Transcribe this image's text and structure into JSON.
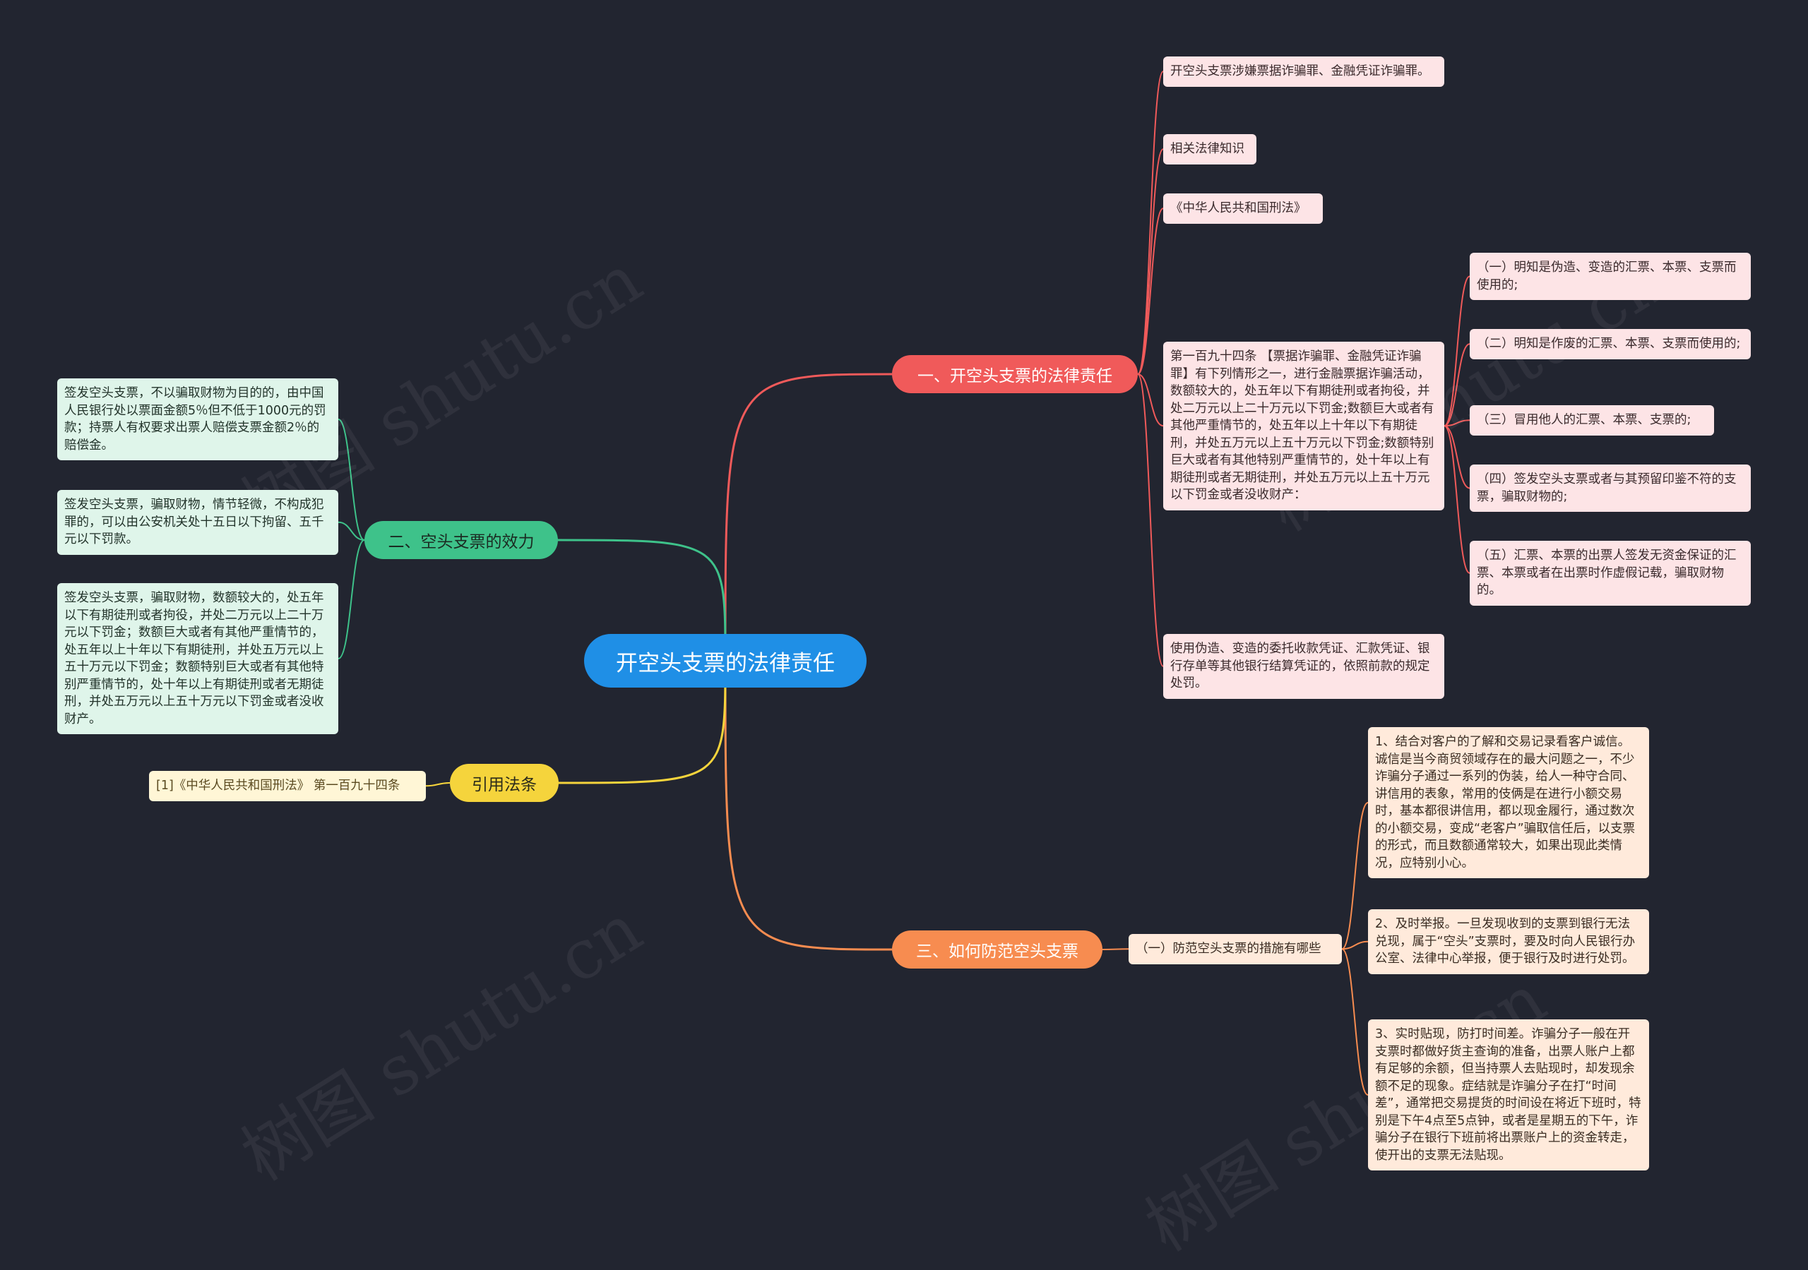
{
  "central": "开空头支票的法律责任",
  "branches": {
    "b1": {
      "label": "一、开空头支票的法律责任",
      "items": [
        "开空头支票涉嫌票据诈骗罪、金融凭证诈骗罪。",
        "相关法律知识",
        "《中华人民共和国刑法》",
        "第一百九十四条 【票据诈骗罪、金融凭证诈骗罪】有下列情形之一，进行金融票据诈骗活动，数额较大的，处五年以下有期徒刑或者拘役，并处二万元以上二十万元以下罚金;数额巨大或者有其他严重情节的，处五年以上十年以下有期徒刑，并处五万元以上五十万元以下罚金;数额特别巨大或者有其他特别严重情节的，处十年以上有期徒刑或者无期徒刑，并处五万元以上五十万元以下罚金或者没收财产：",
        "使用伪造、变造的委托收款凭证、汇款凭证、银行存单等其他银行结算凭证的，依照前款的规定处罚。"
      ],
      "subitems": [
        "（一）明知是伪造、变造的汇票、本票、支票而使用的;",
        "（二）明知是作废的汇票、本票、支票而使用的;",
        "（三）冒用他人的汇票、本票、支票的;",
        "（四）签发空头支票或者与其预留印鉴不符的支票，骗取财物的;",
        "（五）汇票、本票的出票人签发无资金保证的汇票、本票或者在出票时作虚假记载，骗取财物的。"
      ]
    },
    "b2": {
      "label": "二、空头支票的效力",
      "items": [
        "签发空头支票，不以骗取财物为目的的，由中国人民银行处以票面金额5％但不低于1000元的罚款；持票人有权要求出票人赔偿支票金额2％的赔偿金。",
        "签发空头支票，骗取财物，情节轻微，不构成犯罪的，可以由公安机关处十五日以下拘留、五千元以下罚款。",
        "签发空头支票，骗取财物，数额较大的，处五年以下有期徒刑或者拘役，并处二万元以上二十万元以下罚金；数额巨大或者有其他严重情节的，处五年以上十年以下有期徒刑，并处五万元以上五十万元以下罚金；数额特别巨大或者有其他特别严重情节的，处十年以上有期徒刑或者无期徒刑，并处五万元以上五十万元以下罚金或者没收财产。"
      ]
    },
    "b3": {
      "label": "引用法条",
      "items": [
        "[1]《中华人民共和国刑法》 第一百九十四条"
      ]
    },
    "b4": {
      "label": "三、如何防范空头支票",
      "sub": "（一）防范空头支票的措施有哪些",
      "items": [
        "1、结合对客户的了解和交易记录看客户诚信。诚信是当今商贸领域存在的最大问题之一，不少诈骗分子通过一系列的伪装，给人一种守合同、讲信用的表象，常用的伎俩是在进行小额交易时，基本都很讲信用，都以现金履行，通过数次的小额交易，变成“老客户”骗取信任后，以支票的形式，而且数额通常较大，如果出现此类情况，应特别小心。",
        "2、及时举报。一旦发现收到的支票到银行无法兑现，属于“空头”支票时，要及时向人民银行办公室、法律中心举报，便于银行及时进行处罚。",
        "3、实时贴现，防打时间差。诈骗分子一般在开支票时都做好货主查询的准备，出票人账户上都有足够的余额，但当持票人去贴现时，却发现余额不足的现象。症结就是诈骗分子在打“时间差”，通常把交易提货的时间设在将近下班时，特别是下午4点至5点钟，或者是星期五的下午，诈骗分子在银行下班前将出票账户上的资金转走，使开出的支票无法贴现。"
      ]
    }
  },
  "watermark": "树图 shutu.cn",
  "colors": {
    "background": "#222530",
    "central": "#1f8fe6",
    "branch1": "#f05a5a",
    "branch2": "#3ec28a",
    "branch3": "#f5d43c",
    "branch4": "#f78c50"
  }
}
